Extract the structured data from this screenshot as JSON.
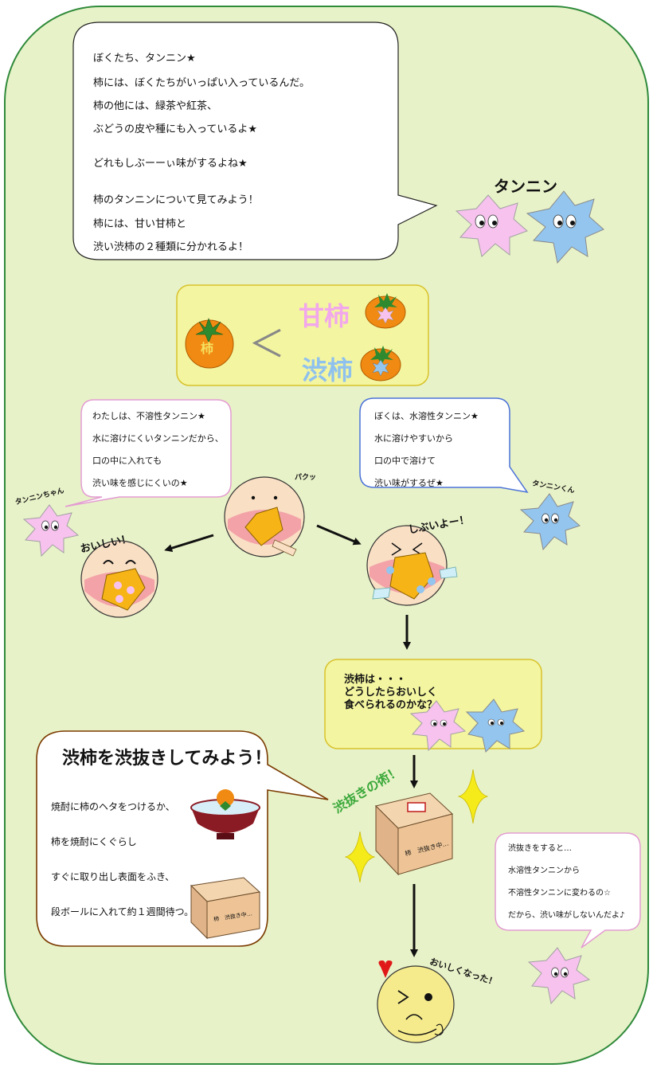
{
  "intro": {
    "lines": [
      "ぼくたち、タンニン★",
      "柿には、ぼくたちがいっぱい入っているんだ。",
      "柿の他には、緑茶や紅茶、",
      "ぶどうの皮や種にも入っているよ★",
      "どれもしぶーーぃ味がするよね★",
      "柿のタンニンについて見てみよう！",
      "柿には、甘い甘柿と",
      "渋い渋柿の２種類に分かれるよ！"
    ]
  },
  "tannin_label": "タンニン",
  "kaki_types": {
    "kaki": "柿",
    "symbol": "＜",
    "amagaki": "甘柿",
    "shibugaki": "渋柿"
  },
  "insoluble": {
    "lines": [
      "わたしは、不溶性タンニン★",
      "水に溶けにくいタンニンだから、",
      "口の中に入れても",
      "渋い味を感じにくいの★"
    ],
    "char_label": "タンニンちゃん",
    "reaction": "おいしい！"
  },
  "soluble": {
    "lines": [
      "ぼくは、水溶性タンニン★",
      "水に溶けやすいから",
      "口の中で溶けて",
      "渋い味がするぜ★"
    ],
    "char_label": "タンニンくん",
    "reaction": "しぶいよー！"
  },
  "bite_sound": "パクッ",
  "question": {
    "lines": [
      "渋柿は・・・",
      "どうしたらおいしく",
      "食べられるのかな？"
    ]
  },
  "method": {
    "title": "渋柿を渋抜きしてみよう！",
    "lines": [
      "焼酎に柿のヘタをつけるか、",
      "柿を焼酎にくぐらし",
      "すぐに取り出し表面をふき、",
      "段ボールに入れて約１週間待つ。"
    ],
    "box_text": "柿　渋抜き中…"
  },
  "technique_label": "渋抜きの術！",
  "box_text_main": "柿　渋抜き中…",
  "explanation": {
    "lines": [
      "渋抜きをすると…",
      "水溶性タンニンから",
      "不溶性タンニンに変わるの☆",
      "だから、渋い味がしないんだよ♪"
    ]
  },
  "result": "おいしくなった！",
  "colors": {
    "background": "#e8f2c8",
    "border": "#2f8a3a",
    "yellow_box": "#f3f5a0",
    "pink_tannin": "#f7c2ee",
    "blue_tannin": "#93c5ee",
    "orange": "#f08a12",
    "amagaki_text": "#f2a7ec",
    "shibugaki_text": "#8fc1ee",
    "technique_text": "#3aa83a"
  }
}
